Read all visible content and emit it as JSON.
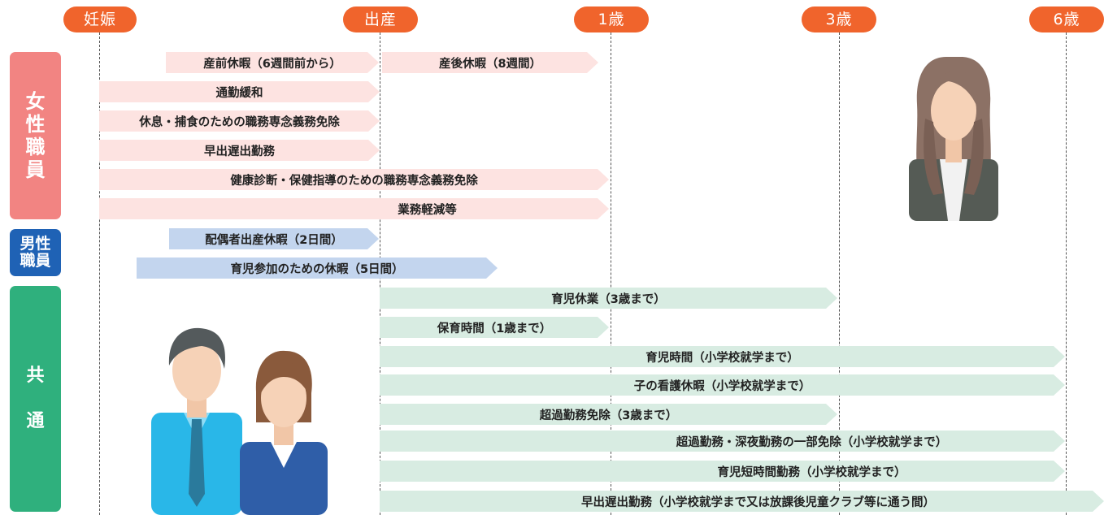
{
  "timeline": {
    "milestones": [
      "妊娠",
      "出産",
      "1歳",
      "3歳",
      "6歳"
    ]
  },
  "categories": {
    "female": [
      "女",
      "性",
      "職",
      "員"
    ],
    "male": [
      "男",
      "性",
      "職",
      "員"
    ],
    "common": [
      "共",
      "通"
    ]
  },
  "bars": {
    "female": [
      "産前休暇（6週間前から）",
      "産後休暇（8週間）",
      "通勤緩和",
      "休息・捕食のための職務専念義務免除",
      "早出遅出勤務",
      "健康診断・保健指導のための職務専念義務免除",
      "業務軽減等"
    ],
    "male": [
      "配偶者出産休暇（2日間）",
      "育児参加のための休暇（5日間）"
    ],
    "common": [
      "育児休業（3歳まで）",
      "保育時間（1歳まで）",
      "育児時間（小学校就学まで）",
      "子の看護休暇（小学校就学まで）",
      "超過勤務免除（3歳まで）",
      "超過勤務・深夜勤務の一部免除（小学校就学まで）",
      "育児短時間勤務（小学校就学まで）",
      "早出遅出勤務（小学校就学まで又は放課後児童クラブ等に通う間）"
    ]
  },
  "colors": {
    "milestone": "#f0642c",
    "female": "#f28482",
    "male": "#1f62b5",
    "common": "#2fb07d",
    "female_bar": "#fde3e1",
    "male_bar": "#c3d5ee",
    "common_bar": "#d8ece2"
  }
}
